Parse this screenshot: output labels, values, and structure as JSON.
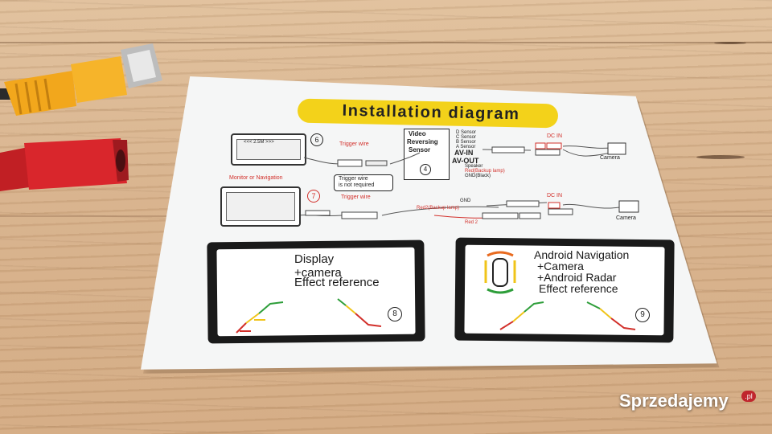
{
  "photo": {
    "sheet": {
      "title": "Installation diagram",
      "section6": {
        "number": "6",
        "monitor_screen_label": "<<< 2.5M >>>",
        "monitor_caption": "Monitor or Navigation",
        "trigger_wire": "Trigger wire",
        "trigger_wire_note": "Trigger wire\nis not required",
        "sensor_box": [
          "Video",
          "Reversing",
          "Sensor"
        ],
        "sensor_number": "4",
        "sensor_ports": [
          "D  Sensor",
          "C  Sensor",
          "B  Sensor",
          "A  Sensor"
        ],
        "av_in": "AV-IN",
        "av_out": "AV-OUT",
        "speaker": "Speaker",
        "backup_lamp": "Red(Backup lamp)",
        "gnd": "GND(Black)",
        "dc_in": "DC IN",
        "camera": "Camera"
      },
      "section7": {
        "number": "7",
        "trigger_wire": "Trigger wire",
        "gnd": "GND",
        "red2_backup": "Red2(Backup lamp)",
        "red2": "Red 2",
        "dc_in": "DC IN",
        "camera": "Camera"
      },
      "panel8": {
        "number": "8",
        "lines": [
          "Display",
          "+camera",
          "Effect reference"
        ]
      },
      "panel9": {
        "number": "9",
        "lines": [
          "Android Navigation",
          "+Camera",
          "+Android Radar",
          "Effect reference"
        ]
      }
    },
    "watermark": {
      "text": "Sprzedajemy",
      "suffix": ".pl"
    },
    "colors": {
      "title_pill": "#f3d21a",
      "cable_yellow": "#f2a71c",
      "cable_red": "#d9262c",
      "accent_red": "#d2302b"
    }
  }
}
